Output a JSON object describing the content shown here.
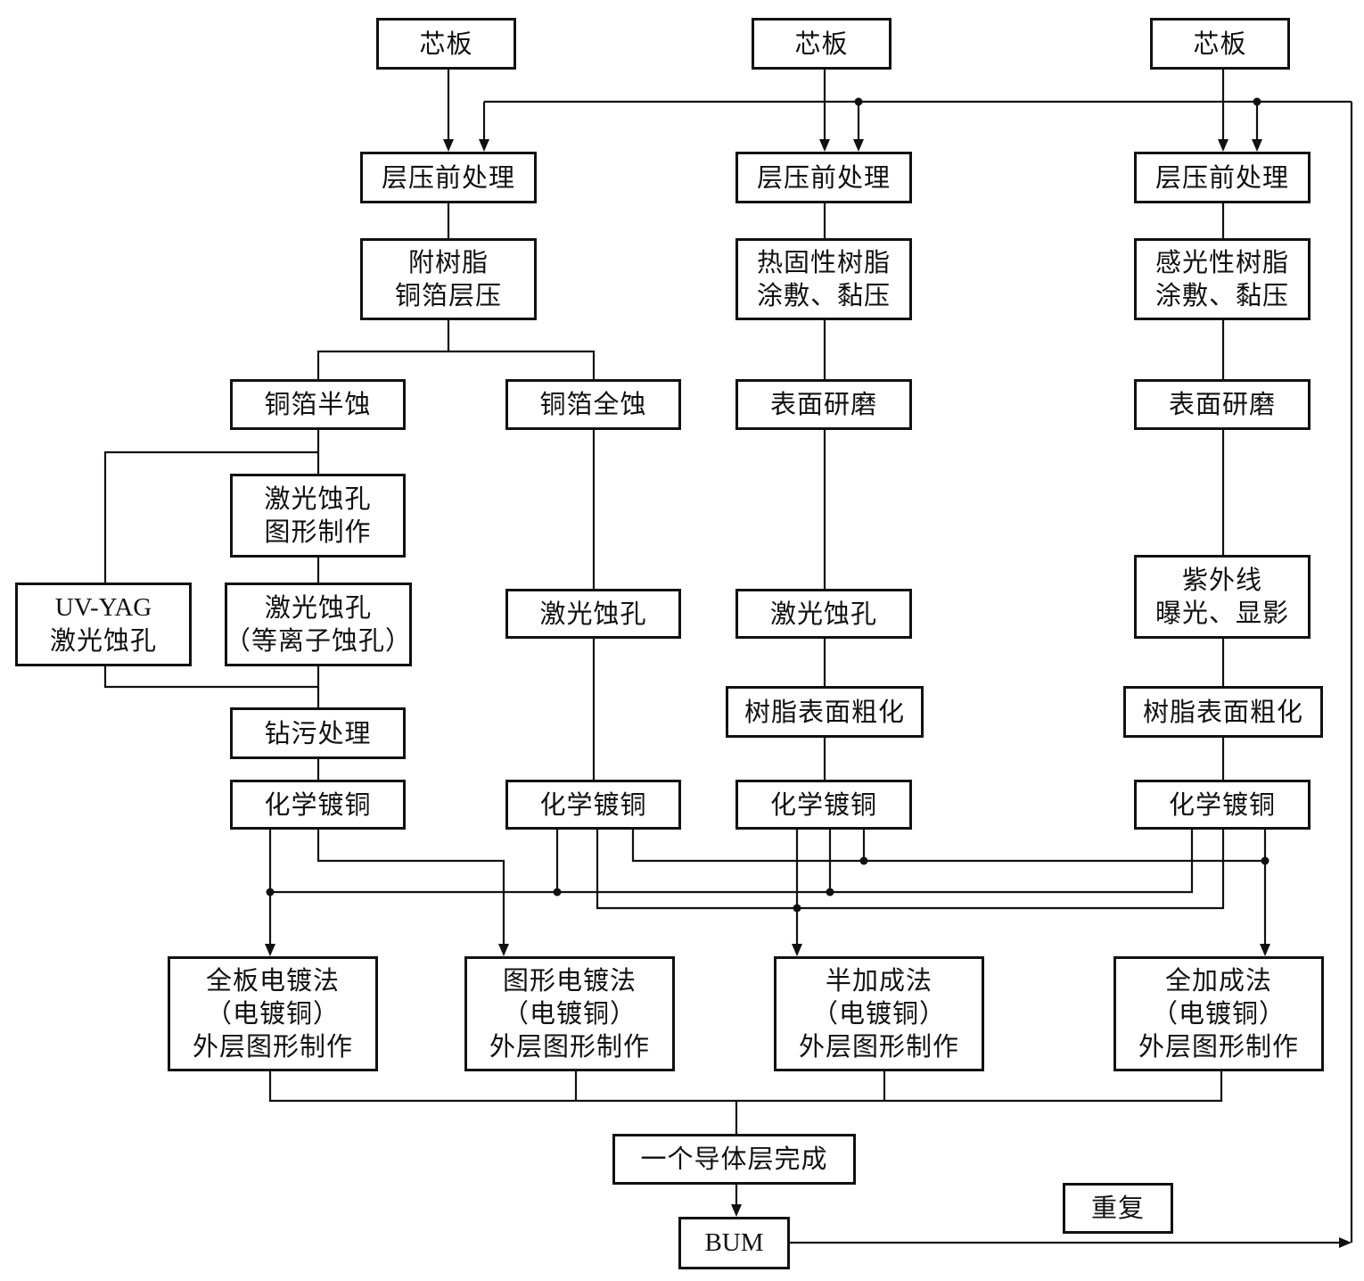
{
  "nodes": {
    "core_left": {
      "lines": [
        "芯板"
      ]
    },
    "core_mid": {
      "lines": [
        "芯板"
      ]
    },
    "core_right": {
      "lines": [
        "芯板"
      ]
    },
    "prelam_left": {
      "lines": [
        "层压前处理"
      ]
    },
    "prelam_mid": {
      "lines": [
        "层压前处理"
      ]
    },
    "prelam_right": {
      "lines": [
        "层压前处理"
      ]
    },
    "rcc_lamination": {
      "lines": [
        "附树脂",
        "铜箔层压"
      ]
    },
    "thermoset_coating": {
      "lines": [
        "热固性树脂",
        "涂敷、黏压"
      ]
    },
    "photo_coating": {
      "lines": [
        "感光性树脂",
        "涂敷、黏压"
      ]
    },
    "cu_half_etch": {
      "lines": [
        "铜箔半蚀"
      ]
    },
    "cu_full_etch": {
      "lines": [
        "铜箔全蚀"
      ]
    },
    "grind_mid": {
      "lines": [
        "表面研磨"
      ]
    },
    "grind_right": {
      "lines": [
        "表面研磨"
      ]
    },
    "laser_pattern": {
      "lines": [
        "激光蚀孔",
        "图形制作"
      ]
    },
    "uv_yag": {
      "lines": [
        "UV-YAG",
        "激光蚀孔"
      ]
    },
    "laser_plasma": {
      "lines": [
        "激光蚀孔",
        "（等离子蚀孔）"
      ]
    },
    "laser_b": {
      "lines": [
        "激光蚀孔"
      ]
    },
    "laser_c": {
      "lines": [
        "激光蚀孔"
      ]
    },
    "uv_expose": {
      "lines": [
        "紫外线",
        "曝光、显影"
      ]
    },
    "roughen_mid": {
      "lines": [
        "树脂表面粗化"
      ]
    },
    "roughen_right": {
      "lines": [
        "树脂表面粗化"
      ]
    },
    "desmear": {
      "lines": [
        "钻污处理"
      ]
    },
    "ecu_a": {
      "lines": [
        "化学镀铜"
      ]
    },
    "ecu_b": {
      "lines": [
        "化学镀铜"
      ]
    },
    "ecu_c": {
      "lines": [
        "化学镀铜"
      ]
    },
    "ecu_d": {
      "lines": [
        "化学镀铜"
      ]
    },
    "panel_plating": {
      "lines": [
        "全板电镀法",
        "（电镀铜）",
        "外层图形制作"
      ]
    },
    "pattern_plating": {
      "lines": [
        "图形电镀法",
        "（电镀铜）",
        "外层图形制作"
      ]
    },
    "semi_additive": {
      "lines": [
        "半加成法",
        "（电镀铜）",
        "外层图形制作"
      ]
    },
    "full_additive": {
      "lines": [
        "全加成法",
        "（电镀铜）",
        "外层图形制作"
      ]
    },
    "layer_done": {
      "lines": [
        "一个导体层完成"
      ]
    },
    "bum": {
      "lines": [
        "BUM"
      ]
    },
    "repeat": {
      "lines": [
        "重复"
      ]
    }
  },
  "colors": {
    "line": "#111111",
    "box_border": "#111111",
    "background": "#ffffff"
  }
}
